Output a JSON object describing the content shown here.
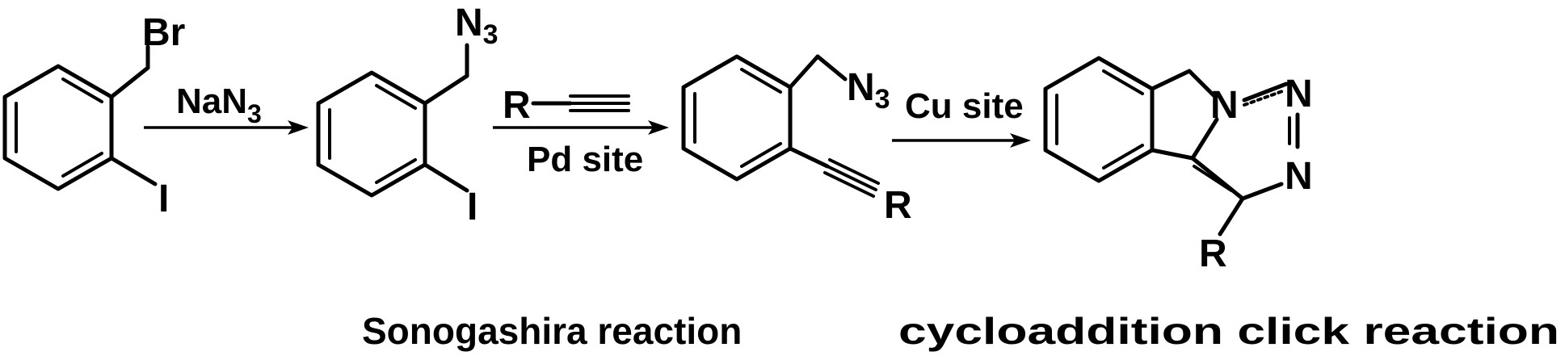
{
  "compound1": {
    "br": "Br",
    "i": "I"
  },
  "step1": {
    "reagent_main": "NaN",
    "reagent_sub": "3"
  },
  "compound2": {
    "n": "N",
    "n_sub": "3",
    "i": "I"
  },
  "step2": {
    "r": "R",
    "label": "Pd site"
  },
  "compound3": {
    "n": "N",
    "n_sub": "3",
    "r": "R"
  },
  "step3": {
    "label": "Cu site"
  },
  "compound4": {
    "n1": "N",
    "n2": "N",
    "n3": "N",
    "r": "R"
  },
  "captions": {
    "sonogashira": "Sonogashira reaction",
    "click": "cycloaddition click reaction"
  }
}
